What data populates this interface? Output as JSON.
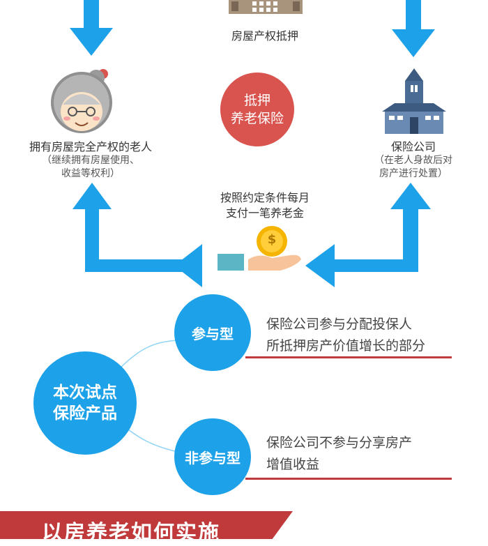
{
  "top": {
    "house_label": "房屋产权抵押",
    "center_circle": {
      "line1": "抵押",
      "line2": "养老保险",
      "color": "#d9534f"
    }
  },
  "elder": {
    "title": "拥有房屋完全产权的老人",
    "sub1": "（继续拥有房屋使用、",
    "sub2": "收益等权利）"
  },
  "company": {
    "title": "保险公司",
    "sub1": "（在老人身故后对",
    "sub2": "房产进行处置）"
  },
  "payment": {
    "line1": "按照约定条件每月",
    "line2": "支付一笔养老金",
    "coin_symbol": "$"
  },
  "products": {
    "main": {
      "line1": "本次试点",
      "line2": "保险产品"
    },
    "participating": {
      "label": "参与型",
      "desc1": "保险公司参与分配投保人",
      "desc2": "所抵押房产价值增长的部分"
    },
    "non_participating": {
      "label": "非参与型",
      "desc1": "保险公司不参与分享房产",
      "desc2": "增值收益"
    }
  },
  "banner": {
    "text": "以房养老如何实施"
  },
  "colors": {
    "arrow": "#1da1e8",
    "circle_blue": "#1da1e8",
    "accent_red": "#c0393b",
    "coin": "#f5b400"
  },
  "icons": {
    "house": "house-icon",
    "elder": "grandma-icon",
    "company": "church-building-icon",
    "money": "hand-coin-icon"
  }
}
